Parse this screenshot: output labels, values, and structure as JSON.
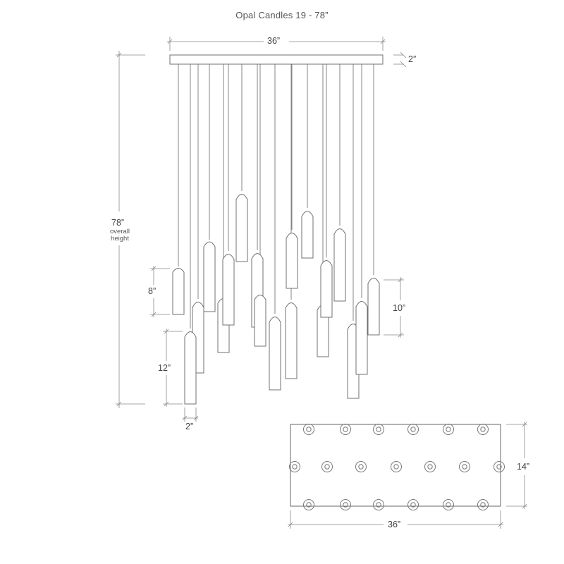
{
  "title": "Opal Candles 19 - 78”",
  "dimensions": {
    "canopy_width": "36”",
    "canopy_height": "2”",
    "overall_height_value": "78”",
    "overall_height_label_1": "overall",
    "overall_height_label_2": "height",
    "short_shade": "8”",
    "medium_shade": "10”",
    "long_shade": "12”",
    "shade_diameter": "2”",
    "plan_depth": "14”",
    "plan_width": "36”"
  },
  "colors": {
    "line": "#6e6e6e",
    "dimension": "#888888"
  },
  "pendant_count": 19
}
